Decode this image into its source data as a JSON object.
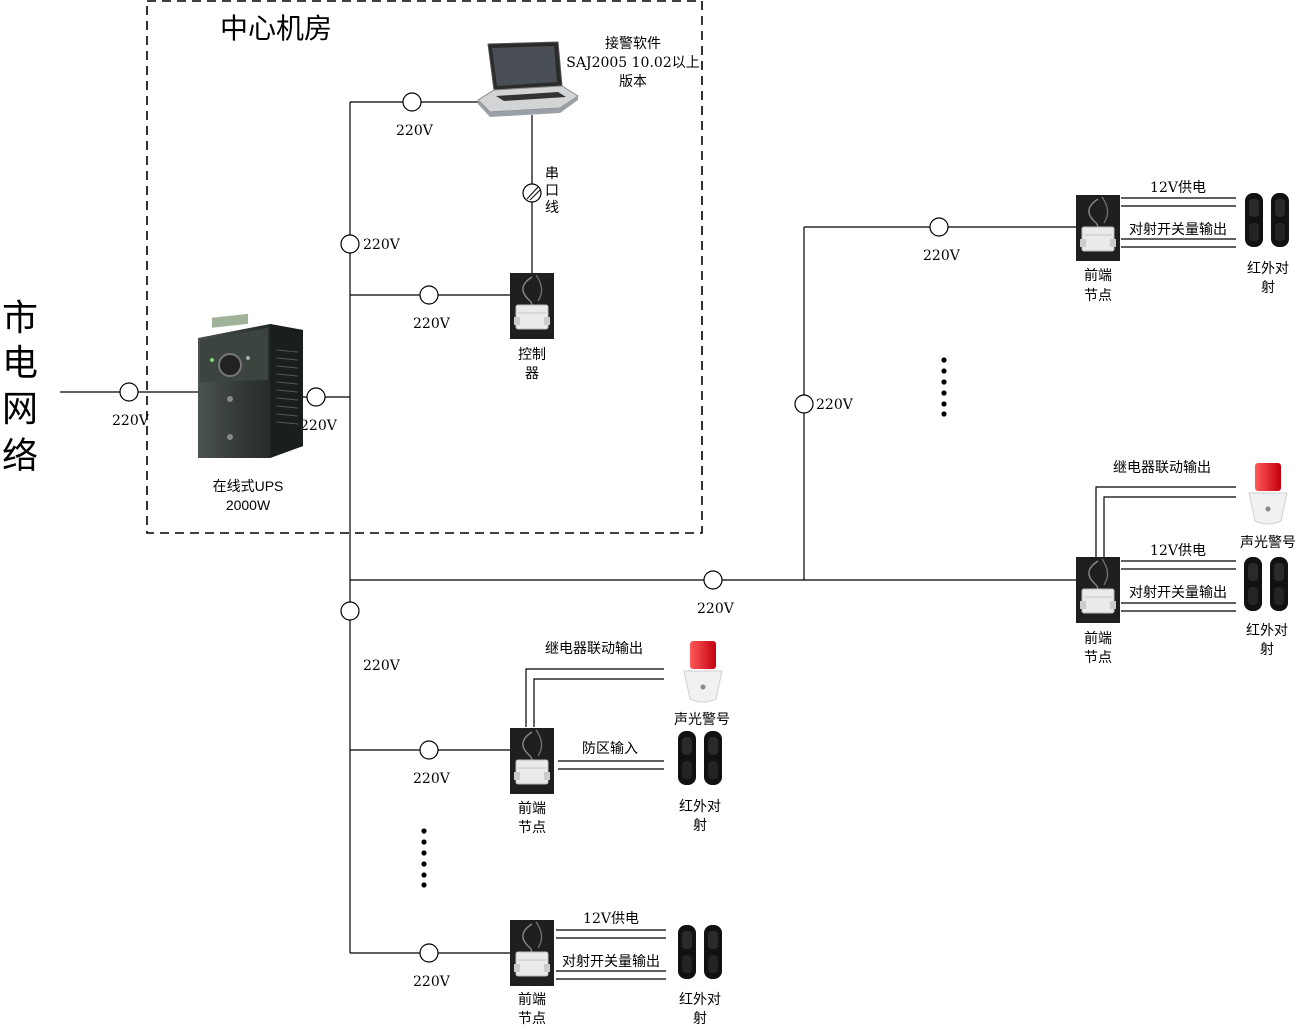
{
  "grid_label": [
    "市",
    "电",
    "网",
    "络"
  ],
  "room_title": "中心机房",
  "software": {
    "line1": "接警软件",
    "line2": "SAJ2005 10.02以上",
    "line3": "版本"
  },
  "serial": [
    "串",
    "口",
    "线"
  ],
  "voltage": "220V",
  "ups": {
    "line1": "在线式UPS",
    "line2": "2000W"
  },
  "controller": [
    "控制",
    "器"
  ],
  "node": [
    "前端",
    "节点"
  ],
  "ir": [
    "红外对",
    "射"
  ],
  "supply12": "12V供电",
  "switch_out": "对射开关量输出",
  "relay_out": "继电器联动输出",
  "alarm": "声光警号",
  "zone_in": "防区输入",
  "colors": {
    "line": "#000000",
    "alarm_red": "#e8141c",
    "device_dark": "#2a2f2c"
  }
}
